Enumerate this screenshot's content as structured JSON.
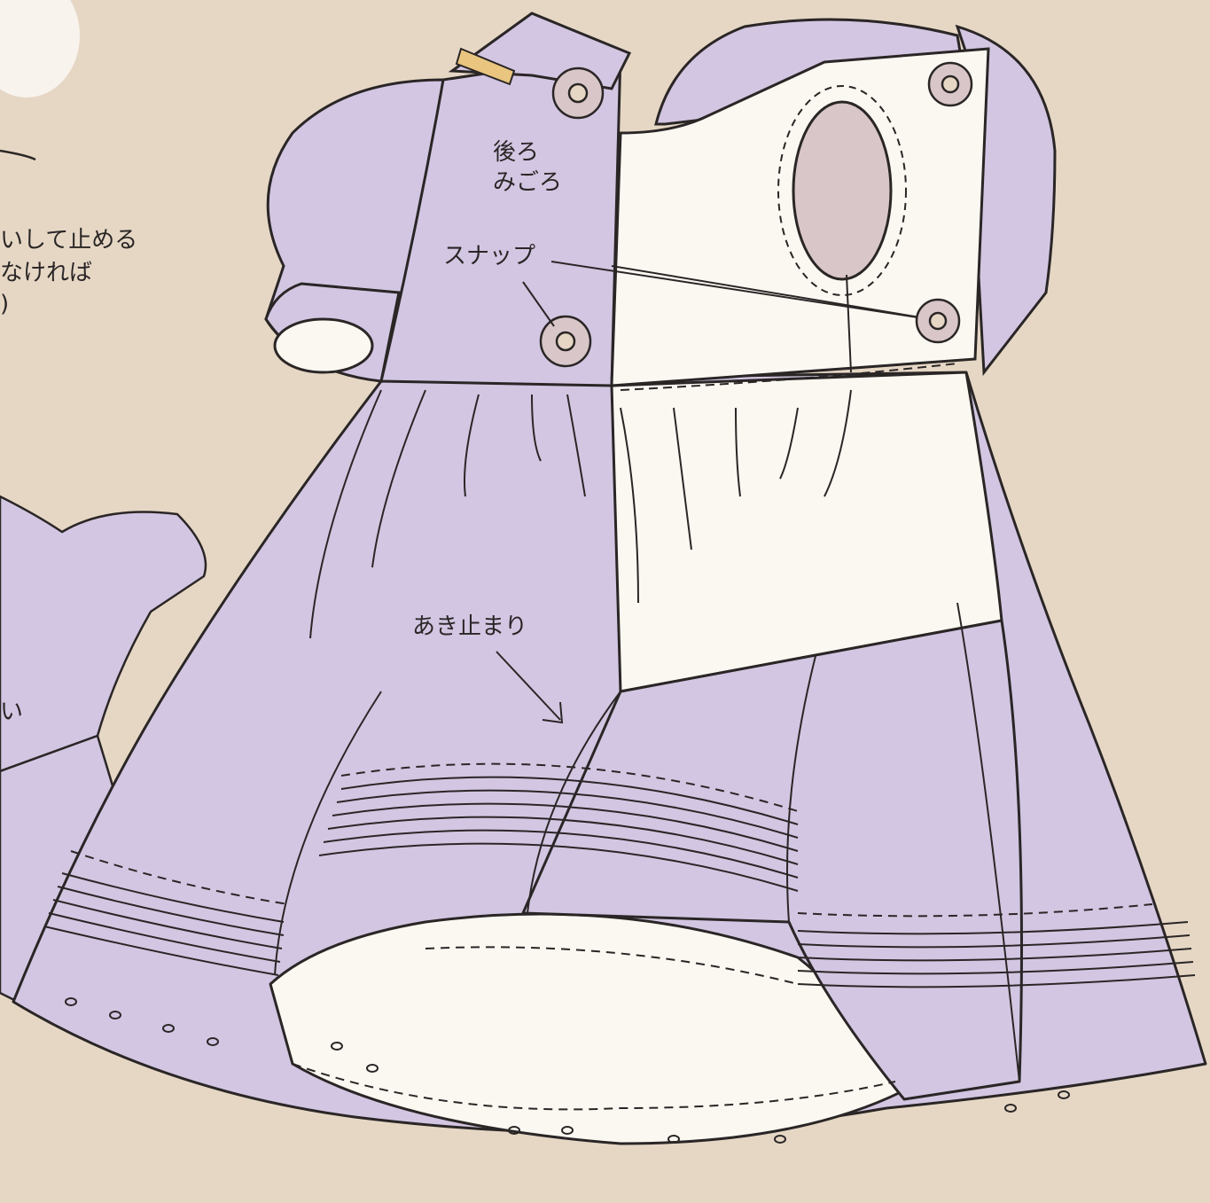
{
  "labels": {
    "back_bodice_line1": "後ろ",
    "back_bodice_line2": "みごろ",
    "snap": "スナップ",
    "opening_end": "あき止まり"
  },
  "side_note": {
    "line1": "いして止める",
    "line2": "なければ",
    "line3": ")",
    "line4": "い"
  },
  "colors": {
    "background": "#e6d7c5",
    "fabric_lavender": "#d3c6e2",
    "lining_white": "#fbf7f1",
    "tab_yellow": "#e9c57f",
    "line_ink": "#2a2626"
  }
}
